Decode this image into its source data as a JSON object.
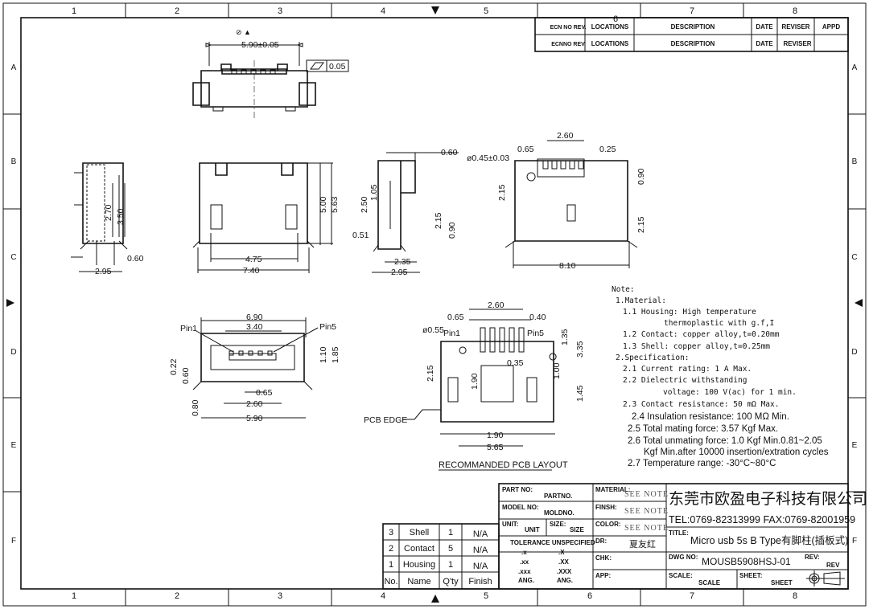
{
  "grid": {
    "cols": [
      "1",
      "2",
      "3",
      "4",
      "5",
      "6",
      "7",
      "8"
    ],
    "rows": [
      "A",
      "B",
      "C",
      "D",
      "E",
      "F"
    ]
  },
  "revision_table": {
    "headers": [
      "ECN NO REV.",
      "LOCATIONS",
      "DESCRIPTION",
      "DATE",
      "REVISER",
      "APPD"
    ],
    "row": [
      "ECNNO REV",
      "LOCATIONS",
      "DESCRIPTION",
      "DATE",
      "REVISER",
      ""
    ]
  },
  "dims": {
    "top_width": "5.90±0.05",
    "flatness": "0.05",
    "side_2_70": "2.70",
    "side_3_50": "3.50",
    "side_0_60": "0.60",
    "side_2_95": "2.95",
    "front_5_00": "5.00",
    "front_5_63": "5.63",
    "front_4_75": "4.75",
    "front_7_40": "7.40",
    "s2_0_60": "0.60",
    "s2_1_05": "1.05",
    "s2_2_50": "2.50",
    "s2_2_15": "2.15",
    "s2_0_90": "0.90",
    "s2_0_51": "0.51",
    "s2_2_35": "2.35",
    "s2_2_95": "2.95",
    "b_2_60": "2.60",
    "b_0_65": "0.65",
    "b_0_25": "0.25",
    "b_hole": "ø0.45±0.03",
    "b_2_15": "2.15",
    "b_0_90": "0.90",
    "b_2_15b": "2.15",
    "b_8_10": "8.10",
    "p_6_90": "6.90",
    "p_3_40": "3.40",
    "p_pin1": "Pin1",
    "p_pin5": "Pin5",
    "p_0_22": "0.22",
    "p_0_60": "0.60",
    "p_1_10": "1.10",
    "p_1_85": "1.85",
    "p_0_65": "0.65",
    "p_2_60": "2.60",
    "p_0_80": "0.80",
    "p_5_90": "5.90",
    "l_0_65": "0.65",
    "l_2_60": "2.60",
    "l_0_40": "0.40",
    "l_hole": "ø0.55",
    "l_pin1": "Pin1",
    "l_pin5": "Pin5",
    "l_1_35": "1.35",
    "l_3_35": "3.35",
    "l_2_15": "2.15",
    "l_0_35": "0.35",
    "l_1_00": "1.00",
    "l_1_90v": "1.90",
    "l_1_45": "1.45",
    "l_1_90": "1.90",
    "l_5_65": "5.65",
    "l_pcb_edge": "PCB EDGE",
    "l_title": "RECOMMANDED PCB LAYOUT"
  },
  "notes": [
    "Note:",
    "1.Material:",
    "1.1 Housing: High temperature",
    "thermoplastic with g.f,I",
    "1.2 Contact: copper alloy,t=0.20mm",
    "1.3 Shell: copper alloy,t=0.25mm",
    "2.Specification:",
    "2.1 Current rating: 1 A Max.",
    "2.2 Dielectric withstanding",
    "voltage: 100 V(ac) for 1 min.",
    "2.3 Contact resistance: 50 mΩ Max.",
    "2.4 Insulation resistance: 100 MΩ Min.",
    "2.5 Total mating force: 3.57 Kgf Max.",
    "2.6 Total unmating force: 1.0 Kgf Min.0.81~2.05",
    "Kgf Min.after 10000 insertion/extration cycles",
    "2.7 Temperature range: -30°C~80°C"
  ],
  "bom": {
    "rows": [
      [
        "3",
        "Shell",
        "1",
        "N/A"
      ],
      [
        "2",
        "Contact",
        "5",
        "N/A"
      ],
      [
        "1",
        "Housing",
        "1",
        "N/A"
      ]
    ],
    "headers": [
      "No.",
      "Name",
      "Q'ty",
      "Finish"
    ]
  },
  "title_block": {
    "part_no_label": "PART NO:",
    "part_no": "PARTNO.",
    "model_no_label": "MODEL NO:",
    "model_no": "MOLDNO.",
    "unit_label": "UNIT:",
    "unit": "UNIT",
    "size_label": "SIZE:",
    "size": "SIZE",
    "tolerance_label": "TOLERANCE UNSPECIFIED",
    "tol_left": [
      ".x",
      ".xx",
      ".xxx",
      "ANG."
    ],
    "tol_right": [
      ".X",
      ".XX",
      ".XXX",
      "ANG."
    ],
    "material_label": "MATERIAL:",
    "material": "SEE NOTE",
    "finish_label": "FINSH:",
    "finish": "SEE NOTE",
    "color_label": "COLOR:",
    "color": "SEE NOTE",
    "dr_label": "DR:",
    "dr": "夏友红",
    "chk_label": "CHK:",
    "app_label": "APP:",
    "company": "东莞市欧盈电子科技有限公司",
    "contact": "TEL:0769-82313999   FAX:0769-82001959",
    "title_label": "TITLE:",
    "title": "Micro usb 5s B Type有脚柱(插板式)",
    "dwg_no_label": "DWG NO:",
    "dwg_no": "MOUSB5908HSJ-01",
    "rev_label": "REV:",
    "rev": "REV",
    "scale_label": "SCALE:",
    "scale": "SCALE",
    "sheet_label": "SHEET:",
    "sheet": "SHEET"
  }
}
